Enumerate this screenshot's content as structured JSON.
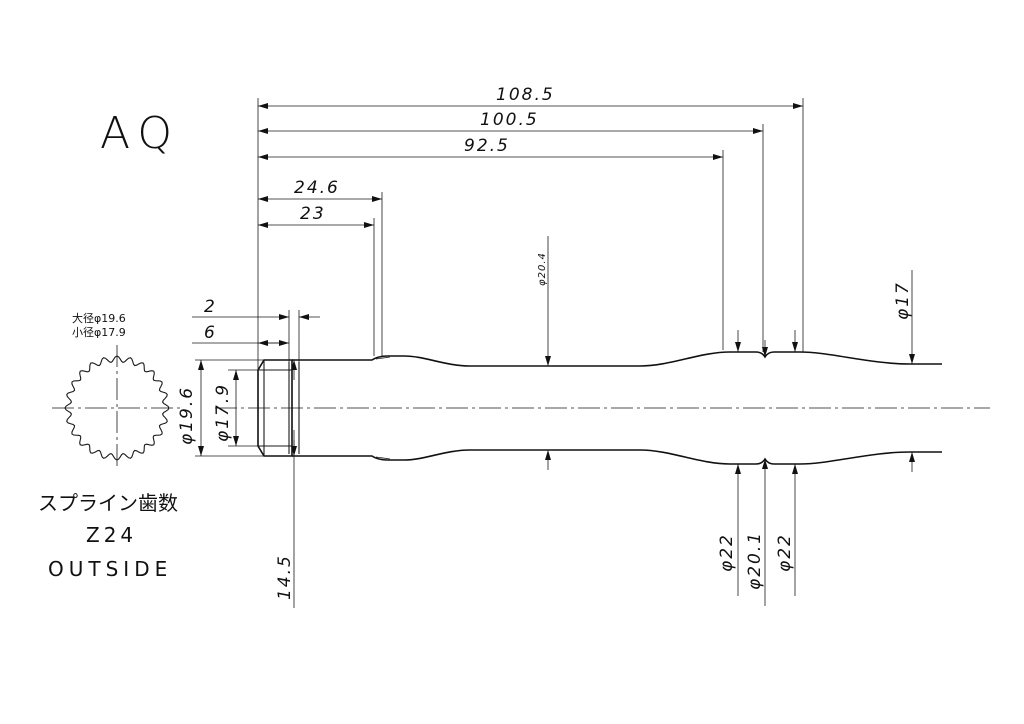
{
  "drawing": {
    "part_code": "AQ",
    "spline": {
      "major_label": "大径φ19.6",
      "minor_label": "小径φ17.9",
      "teeth_label": "スプライン歯数",
      "teeth_count": "Z24",
      "type_label": "OUTSIDE"
    },
    "dimensions": {
      "len_108_5": "108.5",
      "len_100_5": "100.5",
      "len_92_5": "92.5",
      "len_24_6": "24.6",
      "len_23": "23",
      "len_2": "2",
      "len_6": "6",
      "dia_20_4": "φ20.4",
      "dia_17_tip": "φ17",
      "dia_19_6": "φ19.6",
      "dia_17_9": "φ17.9",
      "dia_14_5": "14.5",
      "dia_22_a": "φ22",
      "dia_20_1": "φ20.1",
      "dia_22_b": "φ22"
    }
  }
}
